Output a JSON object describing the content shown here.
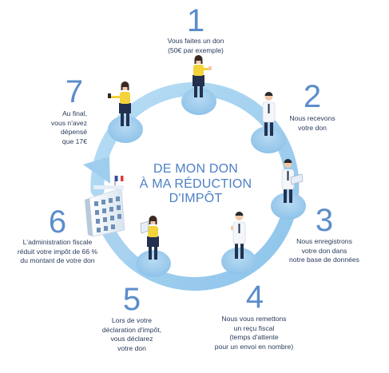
{
  "title_lines": [
    "DE MON DON",
    "À MA RÉDUCTION",
    "D'IMPÔT"
  ],
  "colors": {
    "accent": "#5b8dcb",
    "ring": "#a9d2ee",
    "node": "#9ecbed",
    "text": "#2a3b5c",
    "yellow": "#f3d23a",
    "navy": "#23314f"
  },
  "steps": [
    {
      "number": "1",
      "text": "Vous faites un don\n(50€ par exemple)"
    },
    {
      "number": "2",
      "text": "Nous recevons\nvotre don"
    },
    {
      "number": "3",
      "text": "Nous enregistrons\nvotre don dans\nnotre base de données"
    },
    {
      "number": "4",
      "text": "Nous vous remettons\nun reçu fiscal\n(temps d'attente\npour un envoi en nombre)"
    },
    {
      "number": "5",
      "text": "Lors de votre\ndéclaration d'impôt,\nvous déclarez\nvotre don"
    },
    {
      "number": "6",
      "text": "L'administration fiscale\nréduit votre impôt de 66 %\ndu montant de votre  don"
    },
    {
      "number": "7",
      "text": "Au final,\nvous n'avez\ndépensé\nque 17€"
    }
  ]
}
